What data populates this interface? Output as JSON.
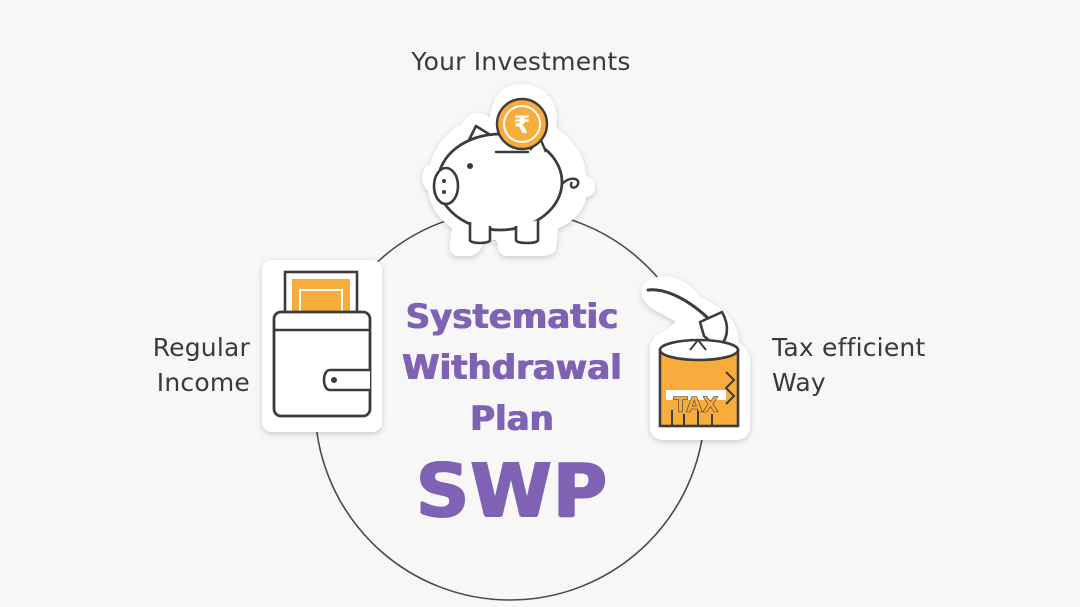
{
  "diagram": {
    "labels": {
      "top": "Your Investments",
      "left_line1": "Regular",
      "left_line2": "Income",
      "right_line1": "Tax efficient",
      "right_line2": "Way"
    },
    "center": {
      "title_line1": "Systematic",
      "title_line2": "Withdrawal",
      "title_line3": "Plan",
      "abbreviation": "SWP"
    },
    "icons": {
      "coin_symbol": "₹",
      "tax_text": "TAX",
      "top": "piggy-bank-icon",
      "left": "wallet-icon",
      "right": "tax-cut-icon"
    },
    "colors": {
      "accent_purple": "#7f62b3",
      "coin_orange": "#f7ac3b",
      "outline": "#3c3c3c",
      "background": "#f7f7f8"
    }
  }
}
